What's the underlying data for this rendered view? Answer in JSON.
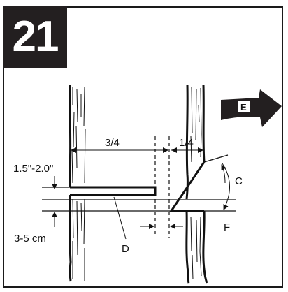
{
  "step_number": "21",
  "direction_arrow": {
    "label": "E"
  },
  "measurements": {
    "ratio_left": "3/4",
    "ratio_right": "1/4",
    "height_above": "1.5\"-2.0\"",
    "height_below": "3-5 cm"
  },
  "callouts": {
    "c": "C",
    "d": "D",
    "f": "F"
  },
  "colors": {
    "ink": "#1a1a1a",
    "badge_bg": "#231f20",
    "badge_fg": "#ffffff"
  }
}
